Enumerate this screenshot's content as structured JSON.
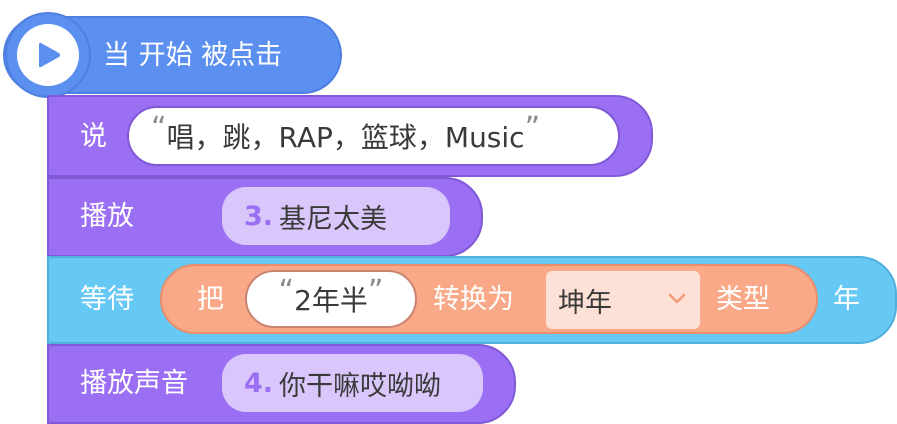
{
  "hat": {
    "label": "当 开始 被点击",
    "icon": "play-icon",
    "color": "#5b8ff0"
  },
  "say": {
    "label": "说",
    "text": "唱，跳，RAP，篮球，Music",
    "open_quote": "“",
    "close_quote": "”"
  },
  "play": {
    "label": "播放",
    "item_number": "3.",
    "item_name": "基尼太美"
  },
  "wait": {
    "label": "等待",
    "convert": {
      "prefix": "把",
      "value": "2年半",
      "open_quote": "“",
      "close_quote": "”",
      "middle": "转换为",
      "dropdown_value": "坤年",
      "suffix": "类型"
    },
    "unit": "年"
  },
  "play_sound": {
    "label": "播放声音",
    "item_number": "4.",
    "item_name": "你干嘛哎呦呦"
  },
  "colors": {
    "event": "#5b8ff0",
    "looks": "#9b6ff4",
    "control": "#66c8f4",
    "operator": "#f9a888"
  }
}
